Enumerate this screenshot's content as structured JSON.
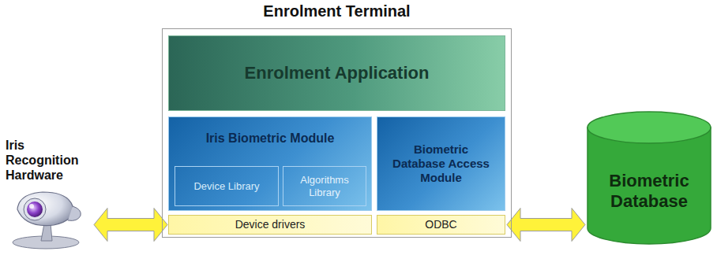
{
  "diagram": {
    "nodes": [
      {
        "text": [
          "Iris Recognition Hardware"
        ]
      },
      {
        "text": [
          "Enrolment Terminal"
        ]
      },
      {
        "text": [
          "Enrolment Application"
        ],
        "in": 1
      },
      {
        "text": [
          "Iris Biometric Module"
        ],
        "in": 1
      },
      {
        "text": [
          "Device Library"
        ],
        "in": 3
      },
      {
        "text": [
          "Algorithms Library"
        ],
        "in": 3
      },
      {
        "text": [
          "Biometric Database Access Module"
        ],
        "in": 1
      },
      {
        "text": [
          "Device drivers"
        ],
        "in": 1
      },
      {
        "text": [
          "ODBC"
        ],
        "in": 1
      },
      {
        "text": [
          "Biometric Database"
        ]
      }
    ],
    "edges": [
      {
        "from": 0,
        "to": 7,
        "arrow": "both"
      },
      {
        "from": 8,
        "to": 9,
        "arrow": "both"
      }
    ]
  }
}
